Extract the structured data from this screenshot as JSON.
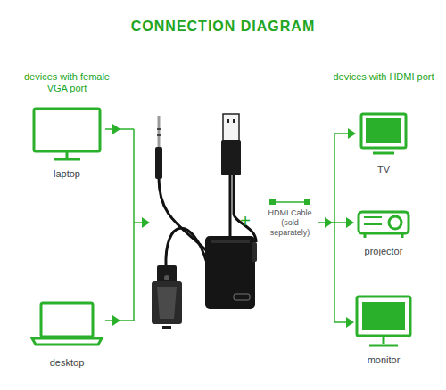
{
  "diagram": {
    "title": "CONNECTION DIAGRAM",
    "nodes": [
      {
        "text": [
          "laptop"
        ]
      },
      {
        "text": [
          "desktop"
        ]
      },
      {
        "text": [
          "TV"
        ]
      },
      {
        "text": [
          "projector"
        ]
      },
      {
        "text": [
          "monitor"
        ]
      }
    ],
    "labels": [
      "devices with female VGA port",
      "devices with HDMI port",
      "+",
      "HDMI Cable (sold separately)"
    ]
  }
}
